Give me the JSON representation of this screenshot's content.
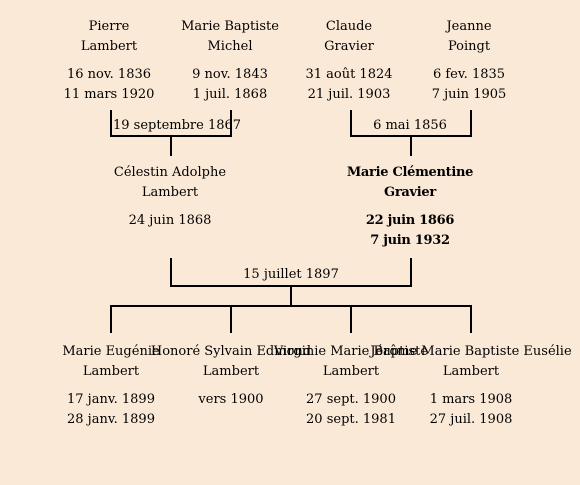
{
  "people": {
    "p1": {
      "first": "Pierre",
      "last": "Lambert",
      "birth": "16 nov. 1836",
      "death": "11 mars 1920"
    },
    "p2": {
      "first": "Marie Baptiste",
      "last": "Michel",
      "birth": "9 nov. 1843",
      "death": "1 juil. 1868"
    },
    "p3": {
      "first": "Claude",
      "last": "Gravier",
      "birth": "31 août 1824",
      "death": "21 juil. 1903"
    },
    "p4": {
      "first": "Jeanne",
      "last": "Poingt",
      "birth": "6 fev. 1835",
      "death": "7 juin 1905"
    },
    "p5": {
      "first": "Célestin Adolphe",
      "last": "Lambert",
      "birth": "24 juin 1868",
      "death": ""
    },
    "p6": {
      "first": "Marie Clémentine",
      "last": "Gravier",
      "birth": "22 juin 1866",
      "death": "7 juin 1932"
    },
    "c1": {
      "first": "Marie Eugénie",
      "last": "Lambert",
      "birth": "17 janv. 1899",
      "death": "28 janv. 1899"
    },
    "c2": {
      "first": "Honoré Sylvain Edmond",
      "last": "Lambert",
      "birth": "vers 1900",
      "death": ""
    },
    "c3": {
      "first": "Virginie Marie Baptiste",
      "last": "Lambert",
      "birth": "27 sept. 1900",
      "death": "20 sept. 1981"
    },
    "c4": {
      "first": "Jérôme Marie Baptiste Eusélie",
      "last": "Lambert",
      "birth": "1 mars 1908",
      "death": "27 juil. 1908"
    }
  },
  "marriages": {
    "m1": "19 septembre 1867",
    "m2": "6 mai 1856",
    "m3": "15 juillet 1897"
  }
}
